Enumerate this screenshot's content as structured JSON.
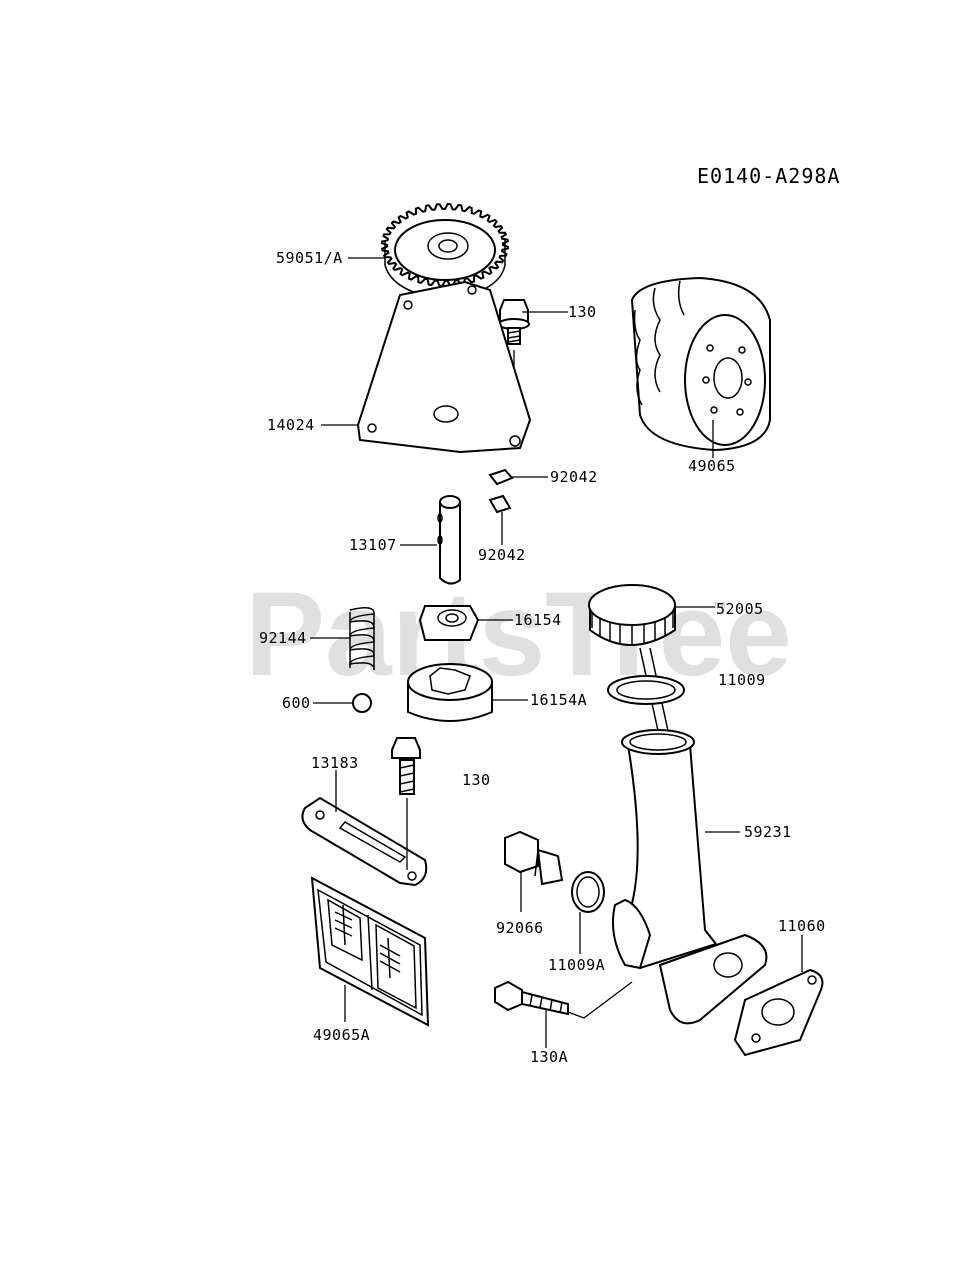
{
  "diagram": {
    "code": "E0140-A298A",
    "watermark": "PartsTree",
    "watermark_mark": "™",
    "labels": {
      "gear": "59051/A",
      "bolt_top": "130",
      "plate": "14024",
      "filter": "49065",
      "pin1": "92042",
      "pin2": "92042",
      "shaft": "13107",
      "inner_rotor": "16154",
      "spring": "92144",
      "cap": "52005",
      "ball": "600",
      "outer_rotor": "16154A",
      "oring": "11009",
      "bracket": "13183",
      "bolt_mid": "130",
      "gauge_pipe": "59231",
      "plug": "92066",
      "washer": "11009A",
      "gasket": "11060",
      "strainer": "49065A",
      "bolt_low": "130A"
    }
  }
}
